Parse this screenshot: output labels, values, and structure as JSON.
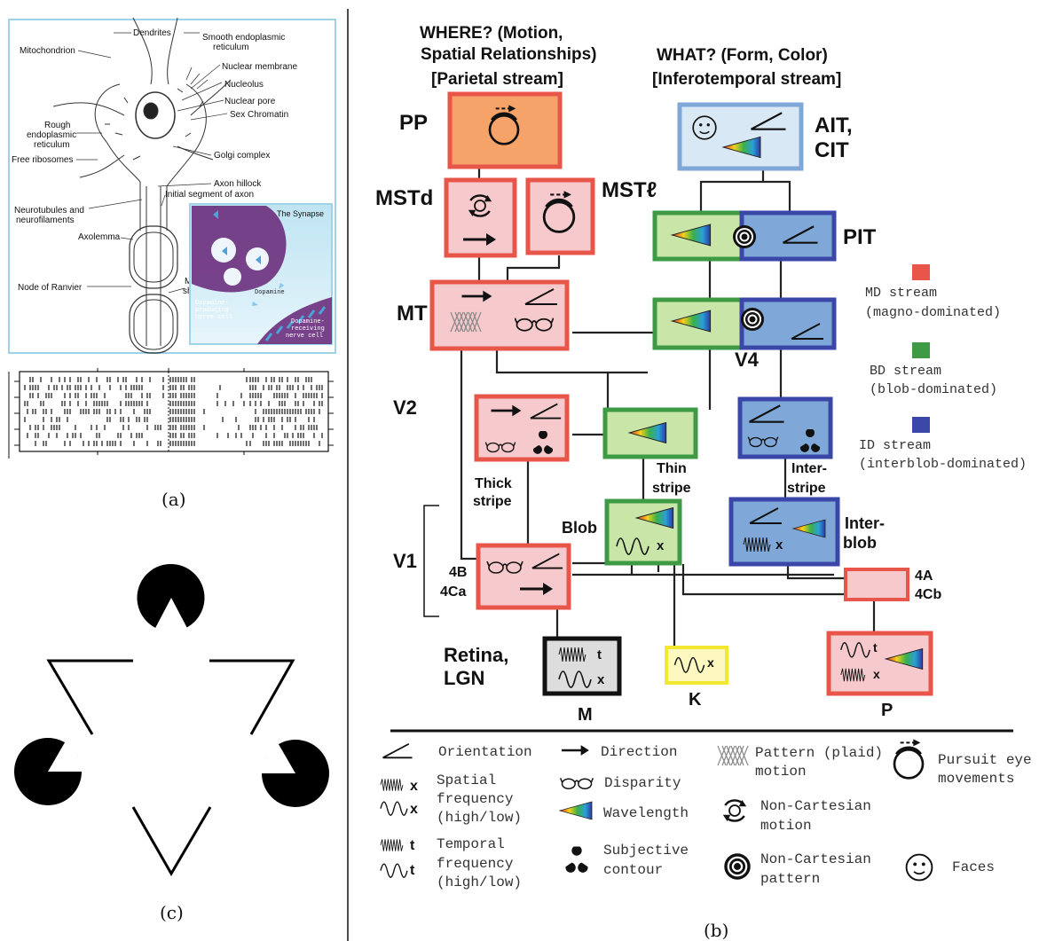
{
  "colors": {
    "md": "#e8564a",
    "bd": "#3f9a45",
    "id": "#3a47a8",
    "pink_fill": "#f6c9cc",
    "green_fill": "#c9e6a8",
    "blue_fill": "#7fa8d8",
    "orange_fill": "#f6a36a",
    "k_border": "#f2e830",
    "k_fill": "#fdf7c0",
    "synapse_purple": "#6b2f7d"
  },
  "panel_a": {
    "neuron_labels": {
      "dendrites": "Dendrites",
      "ser": "Smooth endoplasmic reticulum",
      "mito": "Mitochondrion",
      "nuc_membrane": "Nuclear membrane",
      "nucleolus": "Nucleolus",
      "nuc_pore": "Nuclear pore",
      "rough_er": "Rough endoplasmic reticulum",
      "sex_chromatin": "Sex Chromatin",
      "free_ribo": "Free ribosomes",
      "golgi": "Golgi complex",
      "axon_hillock": "Axon hillock",
      "initial_seg": "Initial segment of axon",
      "neurotubules": "Neurotubules and neurofilaments",
      "axolemma": "Axolemma",
      "myelin": "Myelin sheath",
      "ranvier": "Node of Ranvier"
    },
    "synapse": {
      "title": "The Synapse",
      "dopamine": "Dopamine",
      "producing": "Dopamine-producing nerve cell",
      "receiving": "Dopamine-receiving nerve cell"
    },
    "caption": "(a)"
  },
  "panel_b": {
    "where_title": "WHERE? (Motion, Spatial Relationships)",
    "where_title_l1": "WHERE? (Motion,",
    "where_title_l2": "Spatial Relationships)",
    "where_sub": "[Parietal stream]",
    "what_title": "WHAT? (Form, Color)",
    "what_sub": "[Inferotemporal stream]",
    "areas": {
      "pp": "PP",
      "mstd": "MSTd",
      "mstl": "MSTℓ",
      "mt": "MT",
      "v2": "V2",
      "v1": "V1",
      "ait": "AIT,",
      "cit": "CIT",
      "pit": "PIT",
      "v4": "V4",
      "thick1": "Thick",
      "thick2": "stripe",
      "thin1": "Thin",
      "thin2": "stripe",
      "inter1": "Inter-",
      "inter2": "stripe",
      "blob": "Blob",
      "interblob1": "Inter-",
      "interblob2": "blob",
      "l4b": "4B",
      "l4ca": "4Ca",
      "l4a": "4A",
      "l4cb": "4Cb",
      "retina1": "Retina,",
      "retina2": "LGN",
      "m": "M",
      "k": "K",
      "p": "P"
    },
    "legend_streams": [
      {
        "name": "MD stream",
        "desc": "(magno-dominated)"
      },
      {
        "name": "BD stream",
        "desc": "(blob-dominated)"
      },
      {
        "name": "ID stream",
        "desc": "(interblob-dominated)"
      }
    ],
    "key": {
      "orientation": "Orientation",
      "direction": "Direction",
      "pattern1": "Pattern (plaid)",
      "pattern2": "motion",
      "pursuit1": "Pursuit eye",
      "pursuit2": "movements",
      "spatial1": "Spatial",
      "spatial2": "frequency",
      "spatial3": "(high/low)",
      "disparity": "Disparity",
      "wavelength": "Wavelength",
      "noncart_motion1": "Non-Cartesian",
      "noncart_motion2": "motion",
      "temporal1": "Temporal",
      "temporal2": "frequency",
      "temporal3": "(high/low)",
      "subjective1": "Subjective",
      "subjective2": "contour",
      "noncart_pattern1": "Non-Cartesian",
      "noncart_pattern2": "pattern",
      "faces": "Faces"
    },
    "caption": "(b)"
  },
  "panel_c": {
    "caption": "(c)"
  }
}
